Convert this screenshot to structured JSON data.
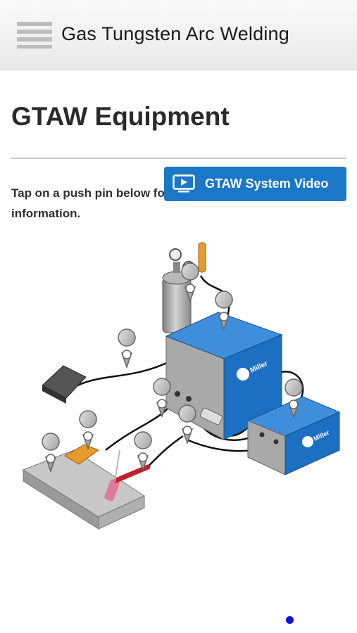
{
  "header": {
    "title": "Gas Tungsten Arc Welding",
    "menu_icon": "hamburger-menu-icon"
  },
  "page": {
    "title": "GTAW Equipment",
    "instructions": "Tap on a push pin below for detailed information."
  },
  "video_button": {
    "label": "GTAW System Video",
    "icon": "video-play-icon",
    "color": "#1b78c7"
  },
  "diagram": {
    "brand_mark": "Miller",
    "equipment_color": "#1d6fc2",
    "pins": [
      "cylinder-pin",
      "power-source-pin",
      "foot-control-pin",
      "receptacle-pin",
      "torch-connection-pin",
      "cooler-pin",
      "work-clamp-pin",
      "workpiece-pin",
      "torch-pin"
    ]
  },
  "pager": {
    "active_color": "#1010dd"
  }
}
